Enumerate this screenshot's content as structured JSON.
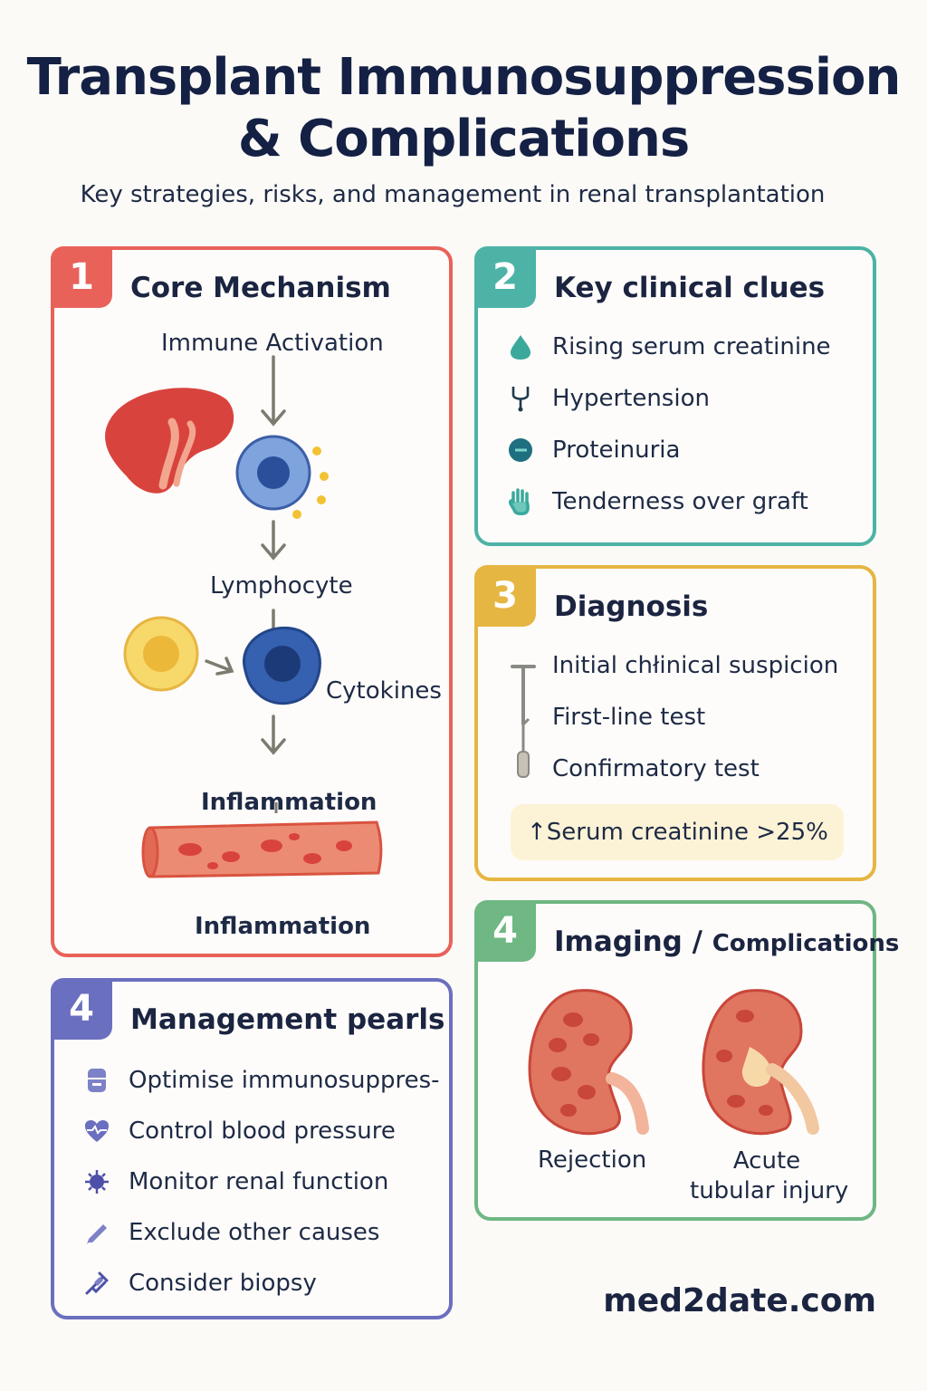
{
  "header": {
    "title_line1": "Transplant Immunosuppression",
    "title_line2": "& Complications",
    "subtitle": "Key strategies, risks, and management in renal transplantation"
  },
  "core": {
    "number": "1",
    "title": "Core Mechanism",
    "immune_activation": "Immune Activation",
    "lymphocyte": "Lymphocyte",
    "cytokines": "Cytokines",
    "inflammation_mid": "Inflammation",
    "inflammation_bottom": "Inflammation"
  },
  "clues": {
    "number": "2",
    "title": "Key clinical clues",
    "items": [
      {
        "label": "Rising serum creatinine",
        "icon": "droplet-icon"
      },
      {
        "label": "Hypertension",
        "icon": "stethoscope-icon"
      },
      {
        "label": "Proteinuria",
        "icon": "urine-sample-icon"
      },
      {
        "label": "Tenderness over graft",
        "icon": "hand-icon"
      }
    ]
  },
  "diagnosis": {
    "number": "3",
    "title": "Diagnosis",
    "steps": [
      "Initial chłinical suspicion",
      "First-line test",
      "Confirmatory test"
    ],
    "highlight": "↑Serum creatinine >25%"
  },
  "imaging": {
    "number": "4",
    "title_main": "Imaging /",
    "title_small": "Complications",
    "left_label": "Rejection",
    "right_label_line1": "Acute",
    "right_label_line2": "tubular injury"
  },
  "management": {
    "number": "4",
    "title": "Management pearls",
    "items": [
      {
        "label": "Optimise immunosuppres-",
        "icon": "pill-bottle-icon"
      },
      {
        "label": "Control blood pressure",
        "icon": "heart-icon"
      },
      {
        "label": "Monitor renal function",
        "icon": "virus-icon"
      },
      {
        "label": "Exclude other causes",
        "icon": "pen-icon"
      },
      {
        "label": "Consider biopsy",
        "icon": "syringe-icon"
      }
    ]
  },
  "footer": {
    "brand": "med2date.com"
  },
  "colors": {
    "core": "#e8625a",
    "clues": "#4cb3a6",
    "diagnosis": "#e6b642",
    "imaging": "#6fb783",
    "management": "#6b6fbf",
    "title": "#142044"
  }
}
